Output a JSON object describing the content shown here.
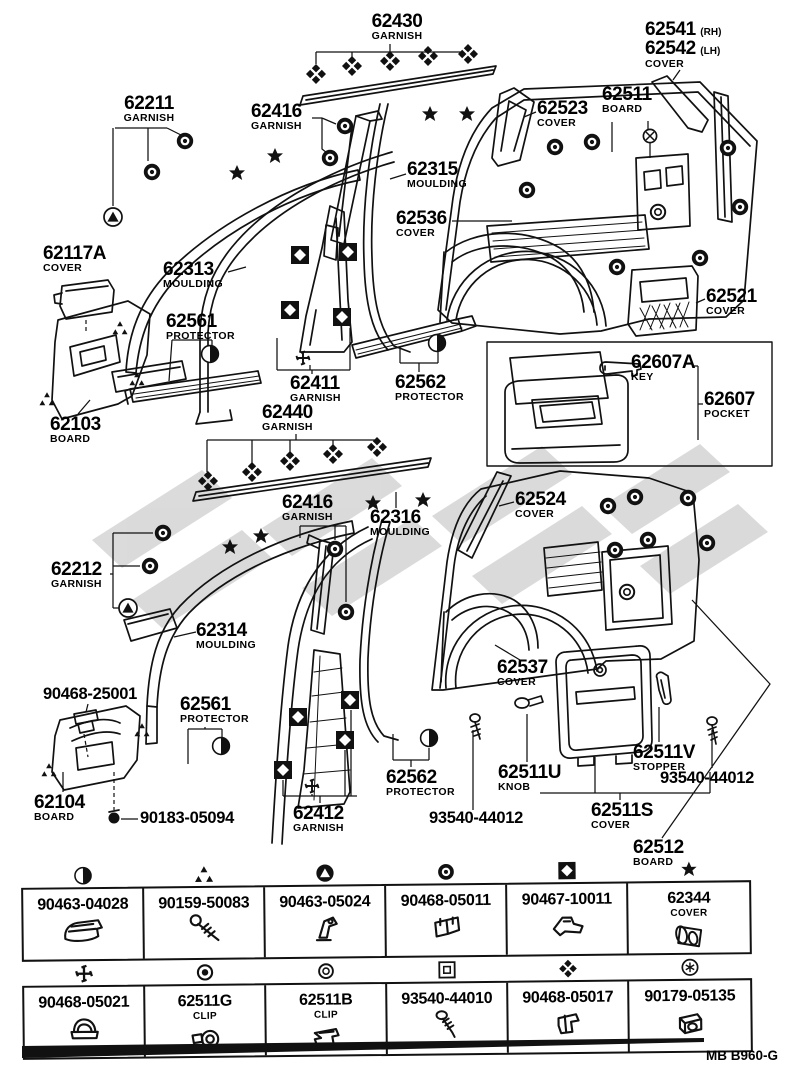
{
  "doc": {
    "footer_code": "MB B960-G"
  },
  "labels": {
    "g62430": {
      "code": "62430",
      "name": "GARNISH"
    },
    "c6254x": {
      "code_rh": "62541",
      "tag_rh": "(RH)",
      "code_lh": "62542",
      "tag_lh": "(LH)",
      "name": "COVER"
    },
    "b62511": {
      "code": "62511",
      "name": "BOARD"
    },
    "c62523": {
      "code": "62523",
      "name": "COVER"
    },
    "g62211": {
      "code": "62211",
      "name": "GARNISH"
    },
    "g62416a": {
      "code": "62416",
      "name": "GARNISH"
    },
    "m62315": {
      "code": "62315",
      "name": "MOULDING"
    },
    "c62536": {
      "code": "62536",
      "name": "COVER"
    },
    "c62117a": {
      "code": "62117A",
      "name": "COVER"
    },
    "m62313": {
      "code": "62313",
      "name": "MOULDING"
    },
    "p62561a": {
      "code": "62561",
      "name": "PROTECTOR"
    },
    "c62521": {
      "code": "62521",
      "name": "COVER"
    },
    "k62607a": {
      "code": "62607A",
      "name": "KEY"
    },
    "p62607": {
      "code": "62607",
      "name": "POCKET"
    },
    "b62103": {
      "code": "62103",
      "name": "BOARD"
    },
    "g62411": {
      "code": "62411",
      "name": "GARNISH"
    },
    "p62562a": {
      "code": "62562",
      "name": "PROTECTOR"
    },
    "g62440": {
      "code": "62440",
      "name": "GARNISH"
    },
    "g62416b": {
      "code": "62416",
      "name": "GARNISH"
    },
    "m62316": {
      "code": "62316",
      "name": "MOULDING"
    },
    "c62524": {
      "code": "62524",
      "name": "COVER"
    },
    "g62212": {
      "code": "62212",
      "name": "GARNISH"
    },
    "m62314": {
      "code": "62314",
      "name": "MOULDING"
    },
    "n90468_25001": {
      "code": "90468-25001"
    },
    "p62561b": {
      "code": "62561",
      "name": "PROTECTOR"
    },
    "c62537": {
      "code": "62537",
      "name": "COVER"
    },
    "b62104": {
      "code": "62104",
      "name": "BOARD"
    },
    "n90183_05094": {
      "code": "90183-05094"
    },
    "g62412": {
      "code": "62412",
      "name": "GARNISH"
    },
    "p62562b": {
      "code": "62562",
      "name": "PROTECTOR"
    },
    "k62511u": {
      "code": "62511U",
      "name": "KNOB"
    },
    "s62511v": {
      "code": "62511V",
      "name": "STOPPER"
    },
    "n93540_44012a": {
      "code": "93540-44012"
    },
    "n93540_44012b": {
      "code": "93540-44012"
    },
    "c62511s": {
      "code": "62511S",
      "name": "COVER"
    },
    "b62512": {
      "code": "62512",
      "name": "BOARD"
    }
  },
  "legend": {
    "row1": [
      {
        "symbol": "half-circle-icon",
        "part": "90463-04028"
      },
      {
        "symbol": "triple-triangle-icon",
        "part": "90159-50083"
      },
      {
        "symbol": "circle-triangle-icon",
        "part": "90463-05024"
      },
      {
        "symbol": "ring-icon",
        "part": "90468-05011"
      },
      {
        "symbol": "diamond-square-icon",
        "part": "90467-10011"
      },
      {
        "symbol": "star-icon",
        "part": "62344",
        "name": "COVER"
      }
    ],
    "row2": [
      {
        "symbol": "cross-icon",
        "part": "90468-05021"
      },
      {
        "symbol": "circle-dot-icon",
        "part": "62511G",
        "name": "CLIP"
      },
      {
        "symbol": "double-ring-icon",
        "part": "62511B",
        "name": "CLIP"
      },
      {
        "symbol": "square-in-square-icon",
        "part": "93540-44010"
      },
      {
        "symbol": "quad-diamond-icon",
        "part": "90468-05017"
      },
      {
        "symbol": "circle-asterisk-icon",
        "part": "90179-05135"
      }
    ]
  }
}
